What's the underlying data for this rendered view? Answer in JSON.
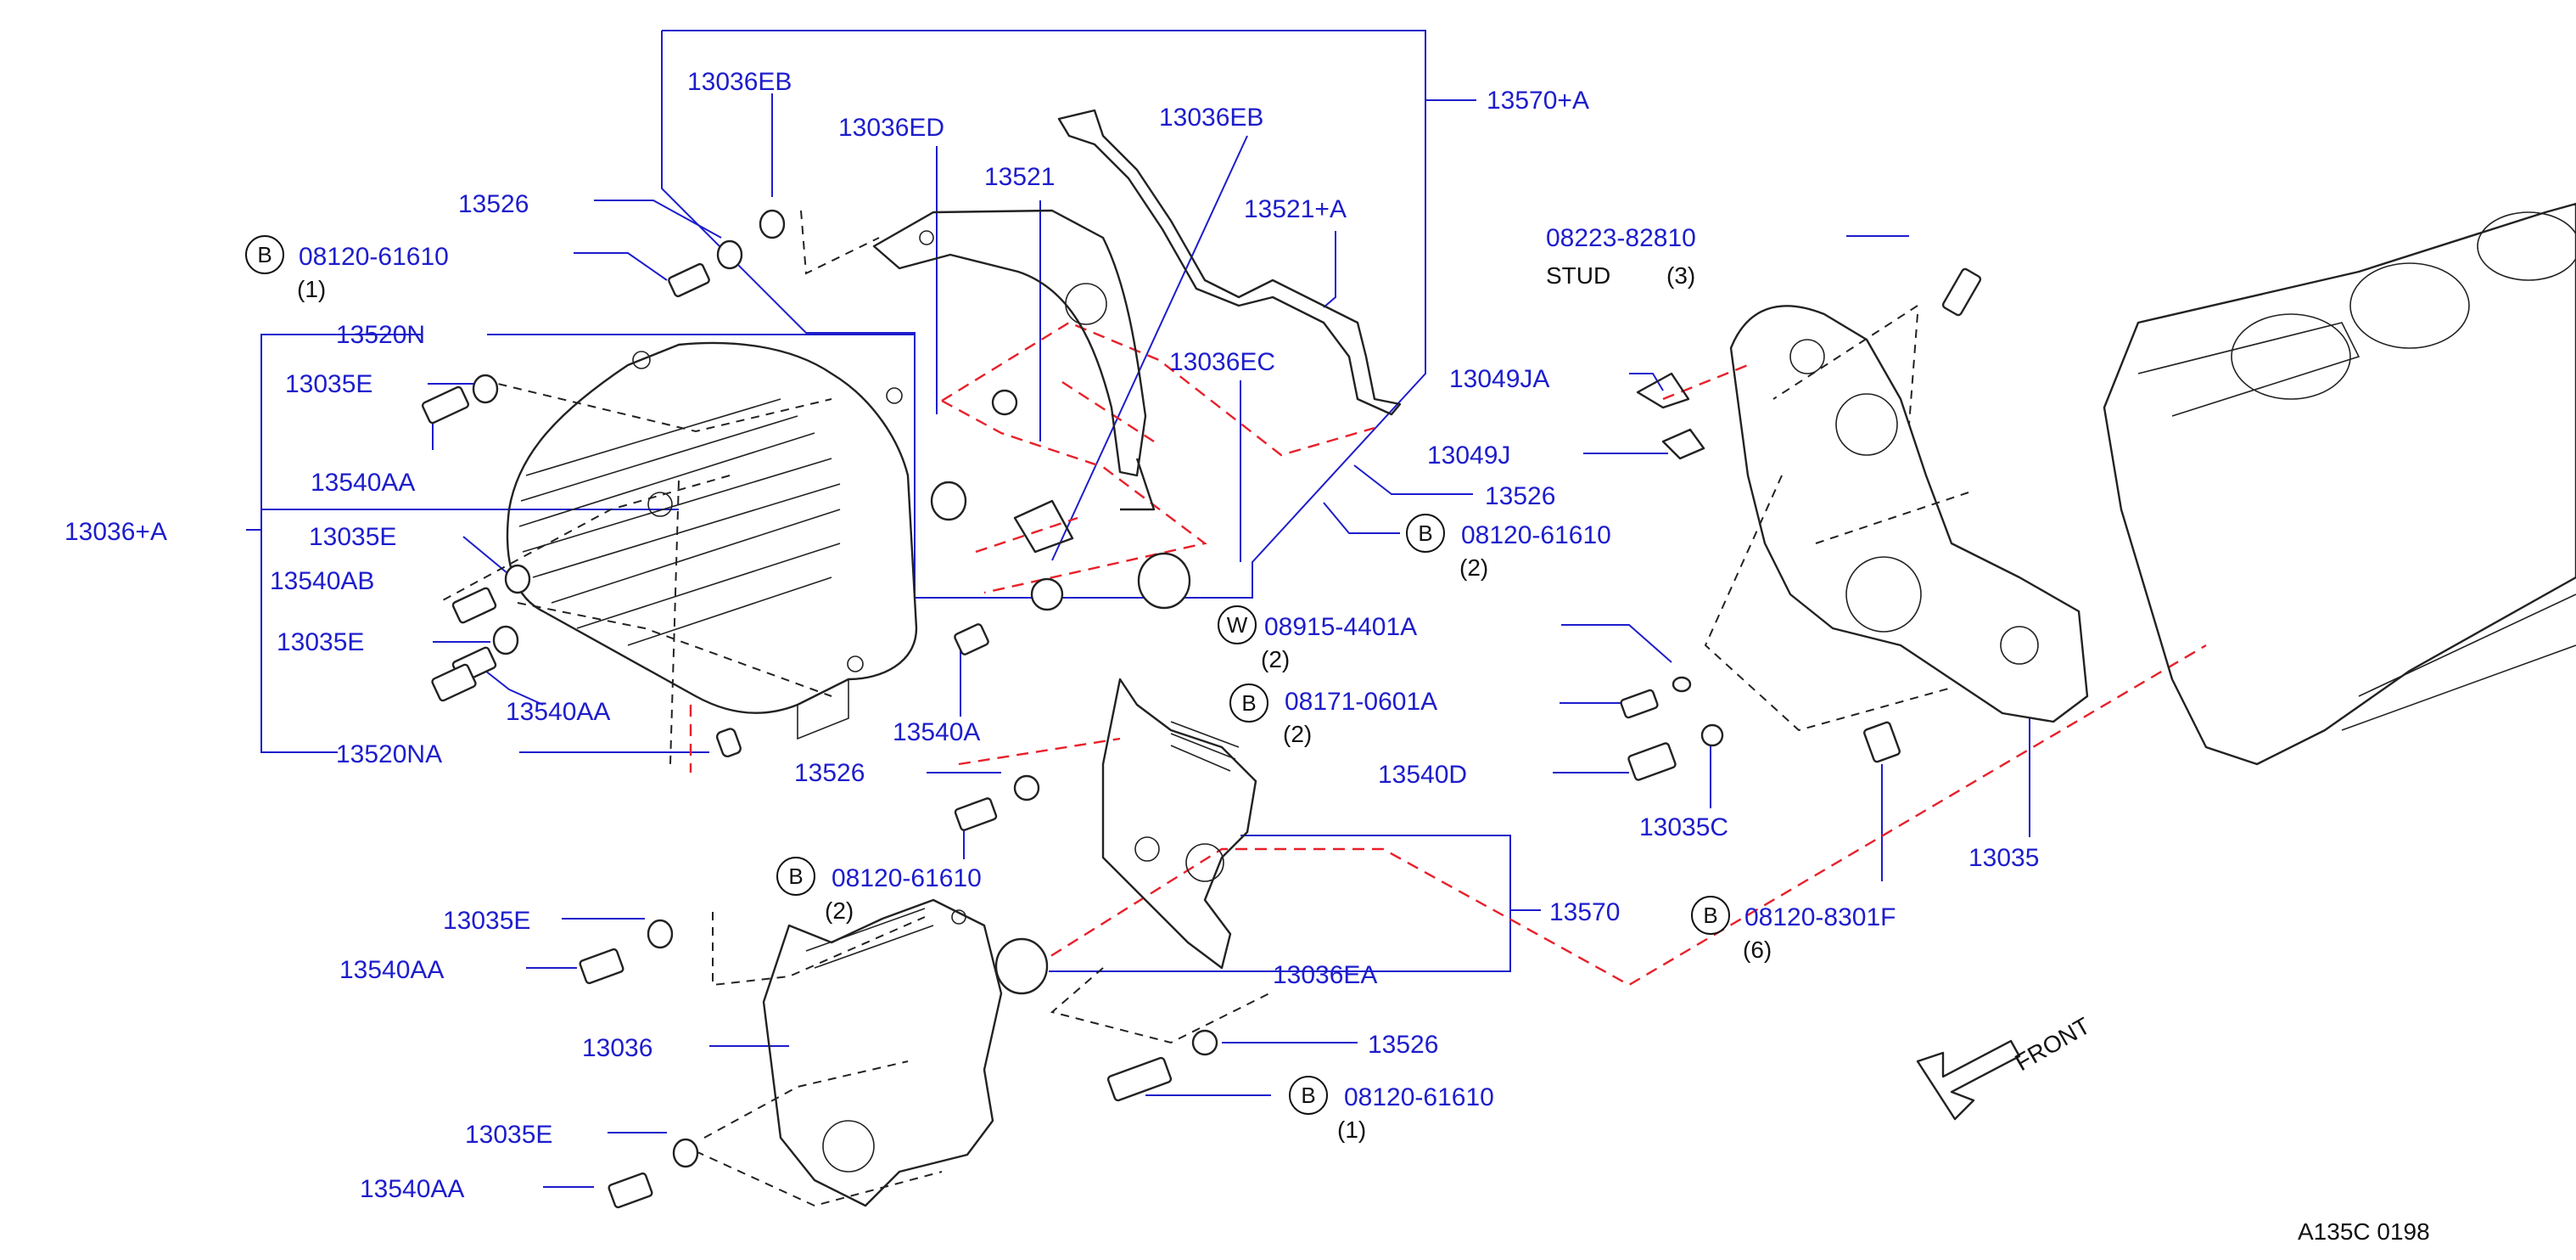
{
  "labels": {
    "l13036eb_a": "13036EB",
    "l13036ed": "13036ED",
    "l13036eb_b": "13036EB",
    "l13570a": "13570+A",
    "l13521": "13521",
    "l13521a": "13521+A",
    "l13526_a": "13526",
    "l08120_a": "08120-61610",
    "l13520n": "13520N",
    "l13035e_a": "13035E",
    "l13540aa_a": "13540AA",
    "l13036a": "13036+A",
    "l13035e_b": "13035E",
    "l13540ab": "13540AB",
    "l13035e_c": "13035E",
    "l13540aa_b": "13540AA",
    "l13520na": "13520NA",
    "l13036ec": "13036EC",
    "l08223": "08223-82810",
    "l13049ja": "13049JA",
    "l13049j": "13049J",
    "l13526_b": "13526",
    "l08120_b": "08120-61610",
    "l08915": "08915-4401A",
    "l13540a": "13540A",
    "l08171": "08171-0601A",
    "l13526_c": "13526",
    "l13540d": "13540D",
    "l13035c": "13035C",
    "l13035": "13035",
    "l08120_c": "08120-61610",
    "l13570": "13570",
    "l13035e_d": "13035E",
    "l13540aa_c": "13540AA",
    "l08120_d": "08120-8301F",
    "l13036": "13036",
    "l13036ea": "13036EA",
    "l13526_d": "13526",
    "l08120_e": "08120-61610",
    "l13035e_e": "13035E",
    "l13540aa_d": "13540AA"
  },
  "notes": {
    "stud": "STUD",
    "q_stud": "(3)",
    "q1_a": "(1)",
    "q2_b": "(2)",
    "q2_w": "(2)",
    "q2_08171": "(2)",
    "q2_c": "(2)",
    "q6": "(6)",
    "q1_e": "(1)"
  },
  "symbols": {
    "bolt": "B",
    "washer": "W"
  },
  "front": "FRONT",
  "ref": "A135C  0198"
}
